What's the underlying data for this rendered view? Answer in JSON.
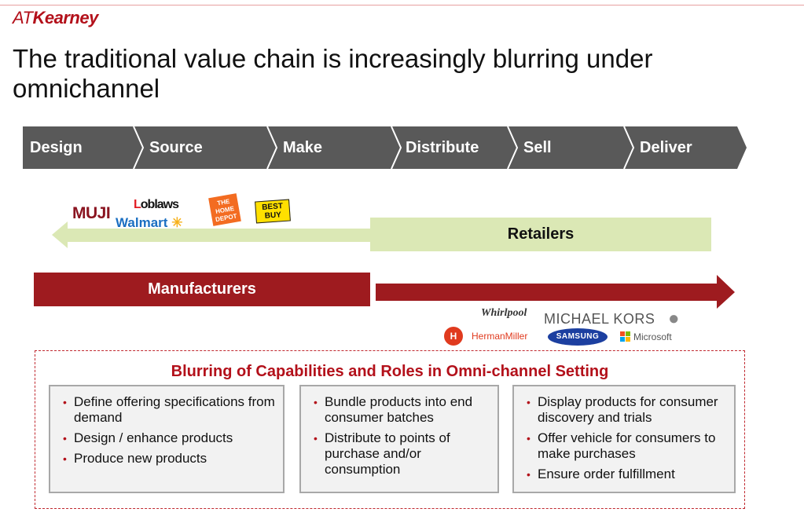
{
  "brand": {
    "logo_prefix": "AT",
    "logo_name": "Kearney"
  },
  "title": "The traditional value chain is increasingly blurring under omnichannel",
  "value_chain": [
    "Design",
    "Source",
    "Make",
    "Distribute",
    "Sell",
    "Deliver"
  ],
  "retailer_logos": {
    "muji": "MUJI",
    "loblaws_mark": "L",
    "loblaws": "oblaws",
    "walmart": "Walmart",
    "walmart_spark": "✳",
    "home_depot": "THE HOME DEPOT",
    "best_buy": "BEST BUY"
  },
  "retailers_label": "Retailers",
  "manufacturers_label": "Manufacturers",
  "manufacturer_logos": {
    "whirlpool": "Whirlpool",
    "herman_miller": "HermanMiller",
    "herman_miller_mark": "H",
    "michael_kors": "MICHAEL KORS",
    "samsung": "SAMSUNG",
    "microsoft": "Microsoft",
    "apple": "●"
  },
  "blurring": {
    "title": "Blurring of Capabilities and Roles in Omni-channel Setting",
    "panels": [
      [
        "Define offering specifications from demand",
        "Design / enhance  products",
        "Produce new products"
      ],
      [
        "Bundle products into end consumer batches",
        "Distribute to points of purchase and/or consumption"
      ],
      [
        "Display products for consumer discovery and trials",
        "Offer vehicle for consumers to make purchases",
        "Ensure order fulfillment"
      ]
    ]
  },
  "colors": {
    "chevron": "#595959",
    "retailers_band": "#dbe8b5",
    "manufacturers_band": "#9e1b1f",
    "accent_red": "#b3101a"
  }
}
